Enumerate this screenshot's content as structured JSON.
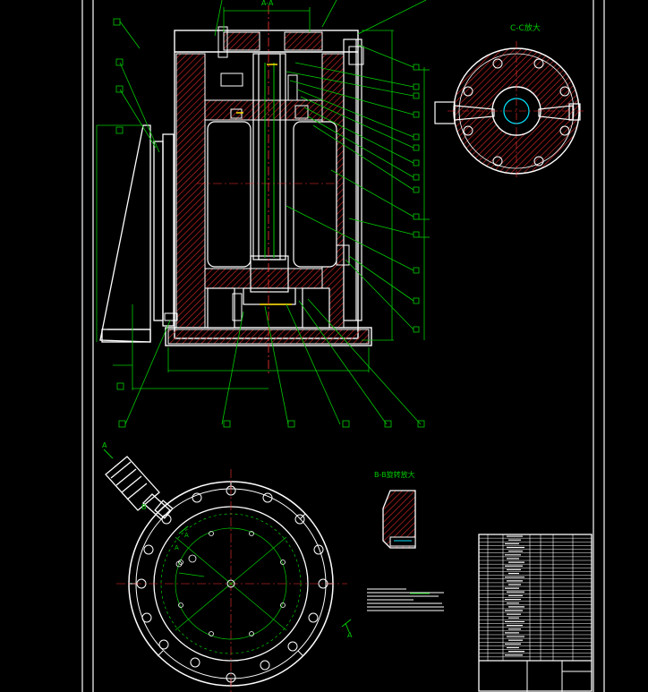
{
  "colors": {
    "background": "#000000",
    "outline": "#ffffff",
    "leader": "#00cc00",
    "center": "#ff3333",
    "hatch": "#b02020",
    "accent_cyan": "#00e5ff",
    "accent_yellow": "#ffe000"
  },
  "views": {
    "cc_label": "C-C放大",
    "bb_label": "B-B旋转放大",
    "section_mark": "A-A",
    "cut_a": "A",
    "cut_b": "B"
  },
  "title_block": {
    "rows": 34
  }
}
